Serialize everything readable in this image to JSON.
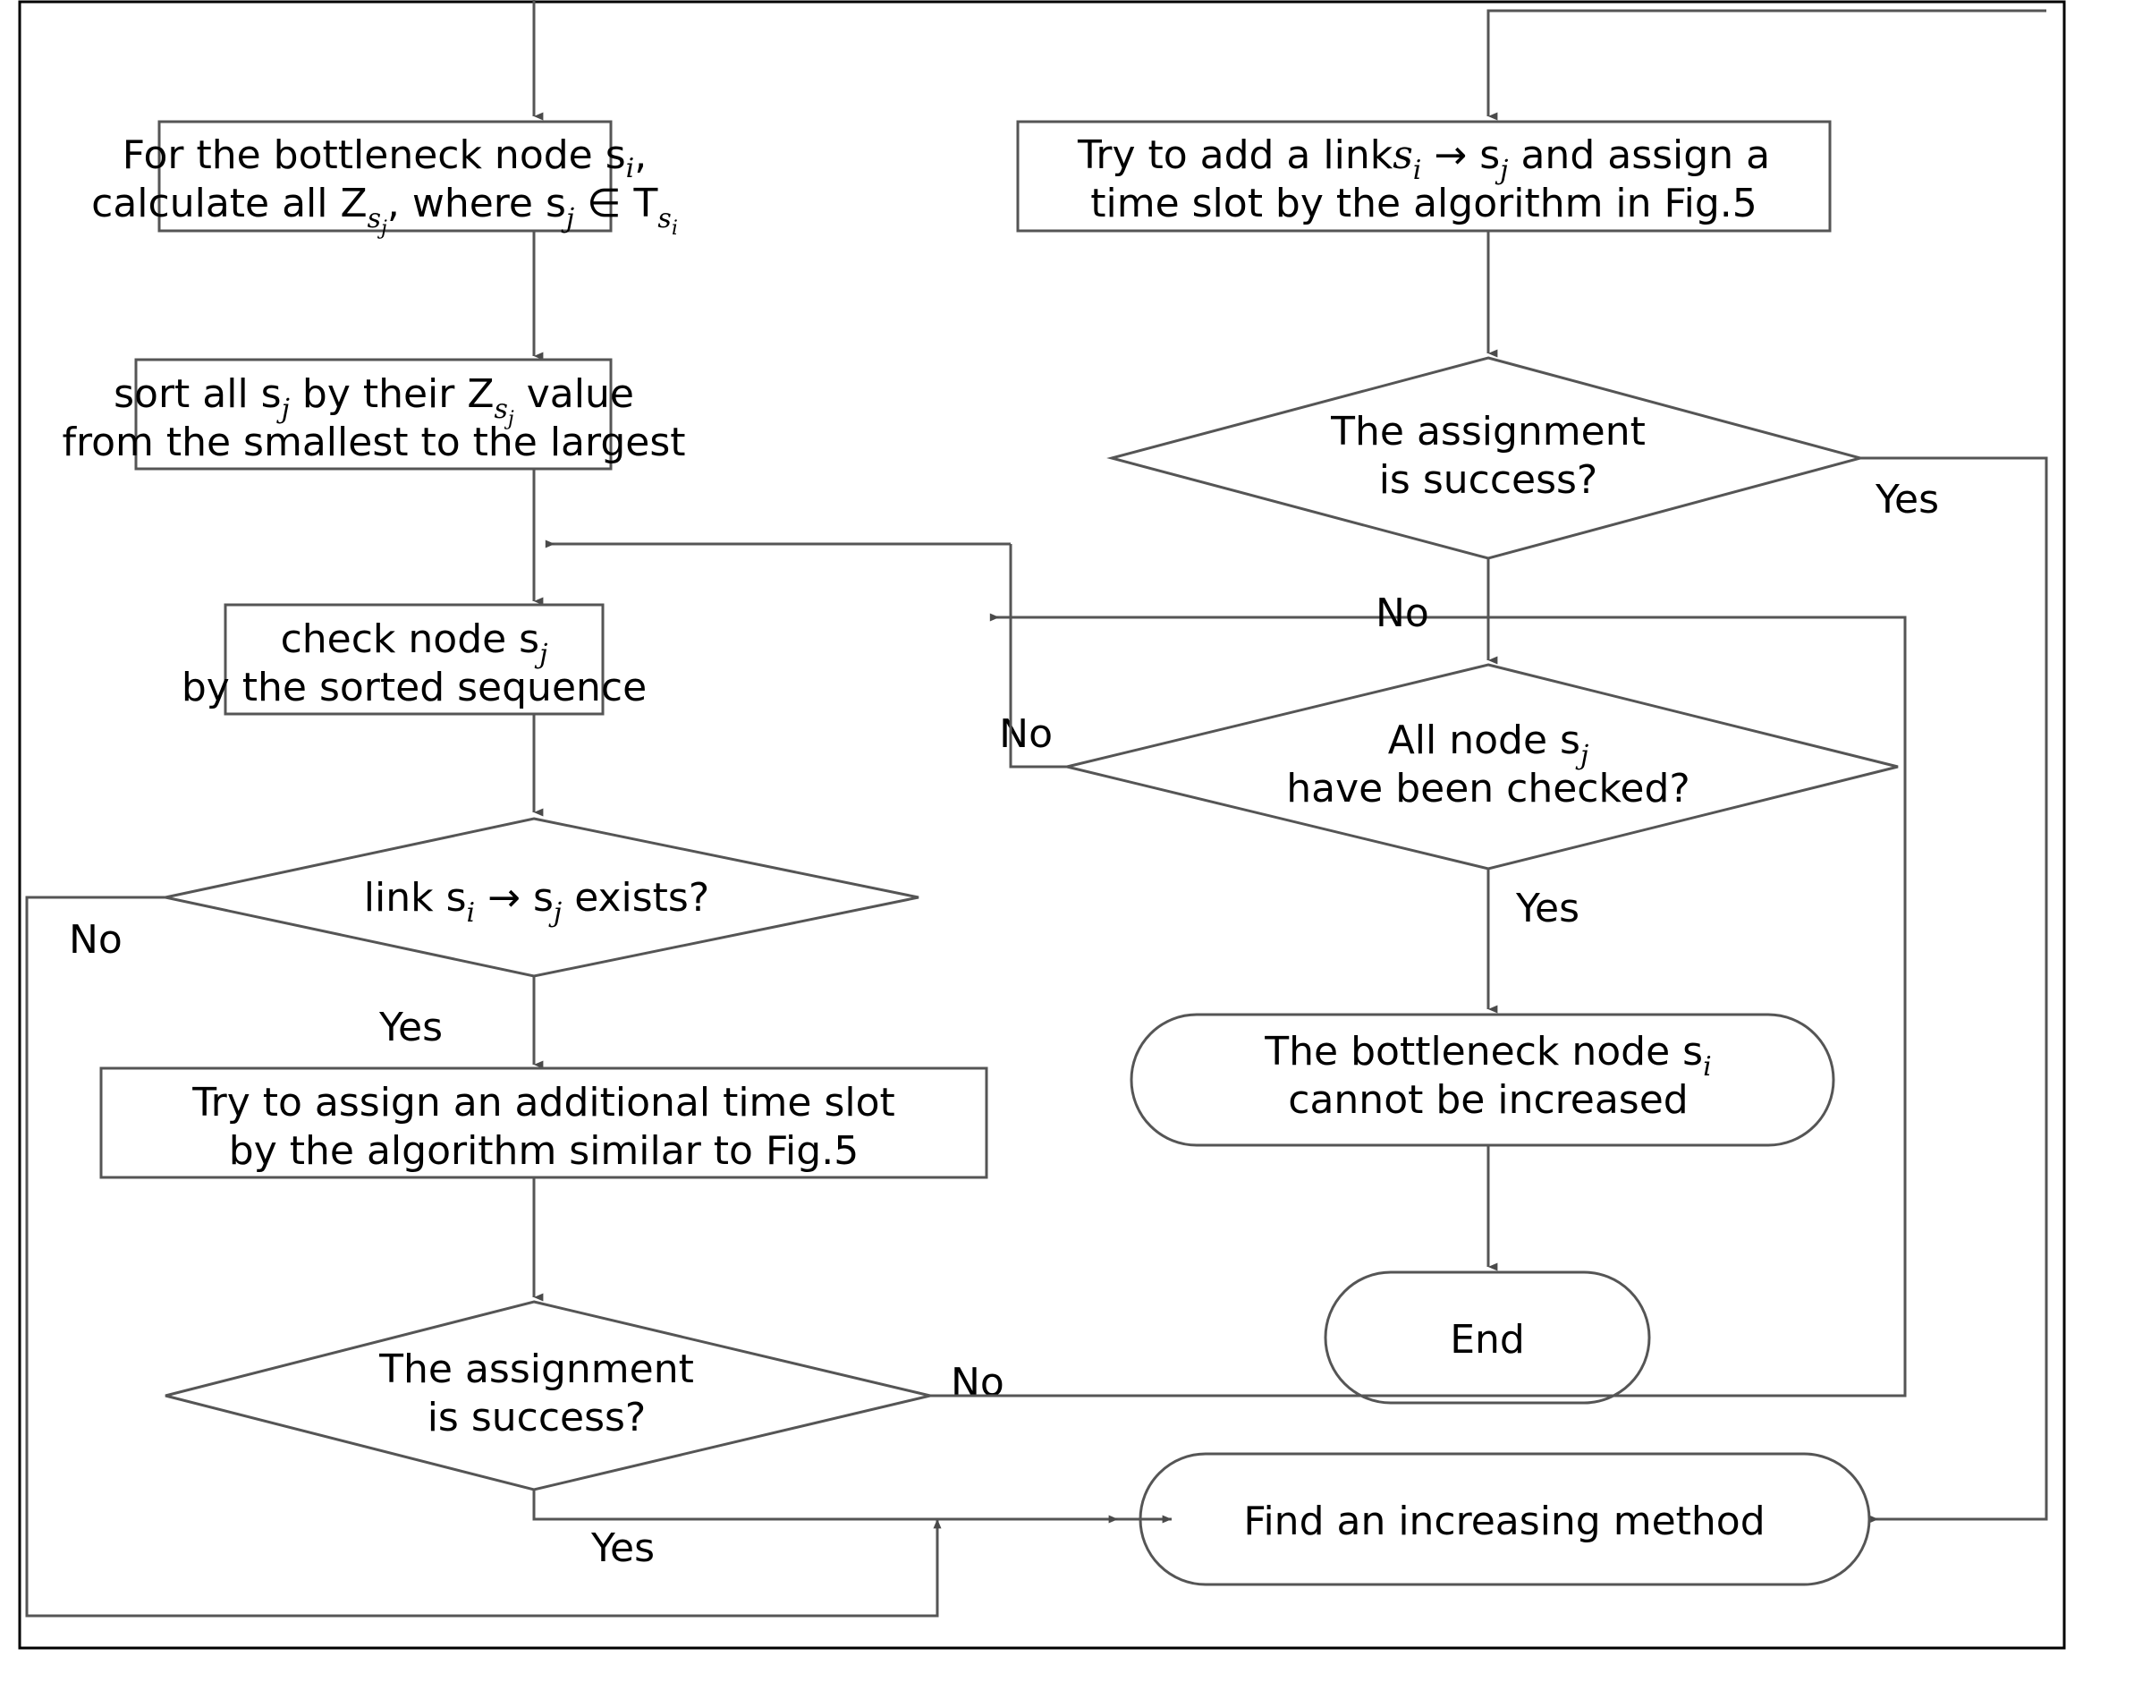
{
  "figure": {
    "kind": "flowchart",
    "border_color": "#000000",
    "shape_stroke": "#444444",
    "arrow_fill": "#4a4a4a",
    "text_color": "#000000",
    "background": "#ffffff"
  },
  "nodes": {
    "for_bottleneck": {
      "shape": "process",
      "line1": "For the bottleneck node s",
      "line1_sub": "i",
      "line1_tail": ",",
      "line2_a": "calculate all Z",
      "line2_a_sub": "s",
      "line2_a_subsub": "j",
      "line2_b": ", where s",
      "line2_b_sub": "j",
      "line2_c": " ∈ T",
      "line2_c_sub": "s",
      "line2_c_subsub": "i",
      "plain": "For the bottleneck node s_i, calculate all Z_{s_j}, where s_j ∈ T_{s_i}"
    },
    "sort_all": {
      "shape": "process",
      "line1_a": "sort all s",
      "line1_a_sub": "j",
      "line1_b": " by their Z",
      "line1_b_sub": "s",
      "line1_b_subsub": "j",
      "line1_c": " value",
      "line2": "from the smallest to the largest",
      "plain": "sort all s_j by their Z_{s_j} value from the smallest to the largest"
    },
    "check_node": {
      "shape": "process",
      "line1_a": "check node s",
      "line1_a_sub": "j",
      "line2": "by the sorted sequence",
      "plain": "check node s_j by the sorted sequence"
    },
    "link_exists": {
      "shape": "decision",
      "line1_a": "link s",
      "line1_a_sub": "i",
      "line1_b": " → s",
      "line1_b_sub": "j",
      "line1_c": " exists?",
      "plain": "link s_i → s_j exists?"
    },
    "try_assign_additional": {
      "shape": "process",
      "line1": "Try to assign an additional time slot",
      "line2": "by the algorithm similar to Fig.5",
      "plain": "Try to assign an additional time slot by the algorithm similar to Fig.5"
    },
    "assignment_success_left": {
      "shape": "decision",
      "line1": "The assignment",
      "line2": "is success?",
      "plain": "The assignment is success?"
    },
    "try_add_link": {
      "shape": "process",
      "line1_a": "Try to add a link",
      "line1_a_sub": "i",
      "line1_b": " → s",
      "line1_b_sub": "j",
      "line1_c": " and assign a",
      "line1_prefix_s": "s",
      "line2": "time slot by the algorithm in Fig.5",
      "plain": "Try to add a link s_i → s_j and assign a time slot by the algorithm in Fig.5"
    },
    "assignment_success_right": {
      "shape": "decision",
      "line1": "The assignment",
      "line2": "is success?",
      "plain": "The assignment is success?"
    },
    "all_checked": {
      "shape": "decision",
      "line1_a": "All node s",
      "line1_a_sub": "j",
      "line2": "have been checked?",
      "plain": "All node s_j have been checked?"
    },
    "cannot_increase": {
      "shape": "terminator",
      "line1_a": "The bottleneck node s",
      "line1_a_sub": "i",
      "line2": "cannot be increased",
      "plain": "The bottleneck node s_i cannot be increased"
    },
    "end": {
      "shape": "terminator",
      "label": "End"
    },
    "find_increasing": {
      "shape": "terminator",
      "label": "Find an increasing method"
    }
  },
  "edge_labels": {
    "link_exists_no": "No",
    "link_exists_yes": "Yes",
    "assign_left_no": "No",
    "assign_left_yes": "Yes",
    "assign_right_yes": "Yes",
    "assign_right_no": "No",
    "all_checked_no": "No",
    "all_checked_yes": "Yes"
  }
}
